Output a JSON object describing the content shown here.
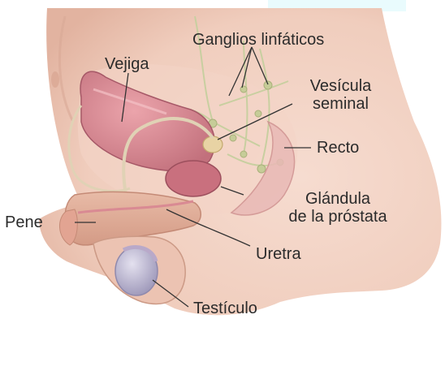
{
  "diagram": {
    "labels": {
      "ganglios": "Ganglios linfáticos",
      "vejiga": "Vejiga",
      "vesicula_line1": "Vesícula",
      "vesicula_line2": "seminal",
      "recto": "Recto",
      "glandula_line1": "Glándula",
      "glandula_line2": "de la próstata",
      "pene": "Pene",
      "uretra": "Uretra",
      "testiculo": "Testículo"
    },
    "colors": {
      "skin": "#f3d6c9",
      "skin_shadow": "#e6b9a6",
      "organ": "#d98a93",
      "organ_dark": "#b96774",
      "vessel": "#c9b89a",
      "lymph": "#c8cfa0",
      "testis": "#b9b4cf",
      "accent_cyan": "#e9fbfd"
    }
  }
}
